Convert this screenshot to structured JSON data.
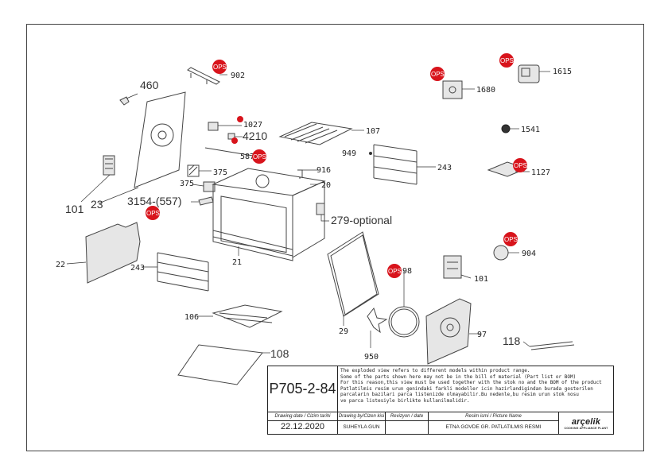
{
  "callouts": {
    "c460": "460",
    "c902": "902",
    "c1615": "1615",
    "c1680": "1680",
    "c1027": "1027",
    "c4210": "4210",
    "c107": "107",
    "c1541": "1541",
    "c101a": "101",
    "c23": "23",
    "c587": "587",
    "c375a": "375",
    "c916": "916",
    "c949": "949",
    "c243a": "243",
    "c1127": "1127",
    "c375b": "375",
    "c20": "20",
    "c3154": "3154-(557)",
    "c279": "279-optional",
    "c22": "22",
    "c21": "21",
    "c904": "904",
    "c243b": "243",
    "c98": "98",
    "c101b": "101",
    "c106": "106",
    "c29": "29",
    "c97": "97",
    "c118": "118",
    "c108": "108",
    "c950": "950"
  },
  "ops_label": "OPS",
  "title_block": {
    "code": "P705-2-84",
    "notes": [
      "The exploded view refers to different models within product range.",
      "Some of the parts shown here may not be in the bill of material (Part list or BOM)",
      "For this reason,this view must be used together with the stok no and the BOM of the product",
      "Patlatilmis resim urun genindaki farkli modeller icin hazirlandigindan burada gosterilen",
      "parcalarin bazilari parca listenizde olmayabilir.Bu nedenle,bu resim urun stok nosu",
      "ve parca listesiyle birlikte kullanilmalidir."
    ],
    "date_header": "Drawing date / Cizim tarihi",
    "by_header": "Drawing by/Cizen kisi",
    "rev_header": "Revizyon / date",
    "name_header": "Resim ismi / Picture Name",
    "date_value": "22.12.2020",
    "by_value": "SUHEYLA GUN",
    "rev_value": "",
    "name_value": "ETNA GOVDE GR. PATLATILMIS RESMI",
    "logo_word": "arçelik",
    "logo_sub": "COOKING APPLIANCE PLANT"
  },
  "colors": {
    "ops_red": "#d8141c",
    "line": "#444444"
  }
}
